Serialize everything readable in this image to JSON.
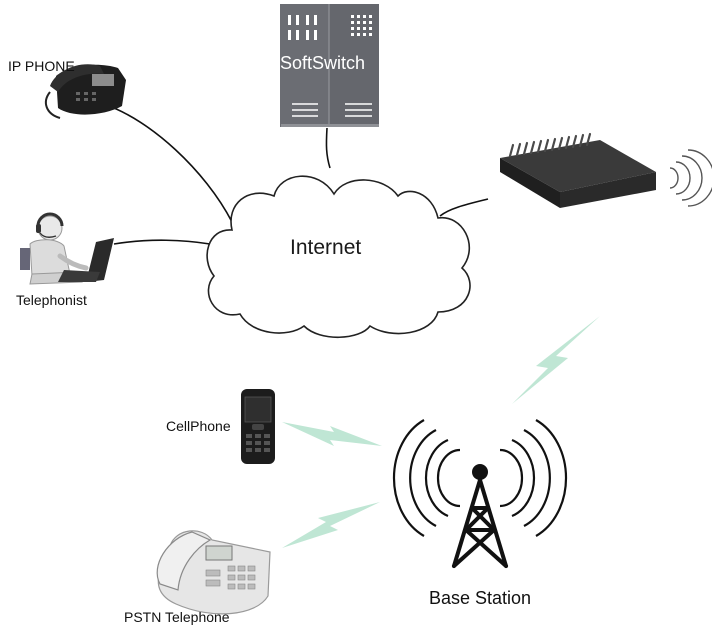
{
  "labels": {
    "ip_phone": "IP PHONE",
    "telephonist": "Telephonist",
    "cellphone": "CellPhone",
    "pstn_telephone": "PSTN Telephone",
    "base_station": "Base Station",
    "internet": "Internet",
    "softswitch": "SoftSwitch"
  },
  "colors": {
    "softswitch_body": "#6b6d73",
    "gateway_body": "#2b2b2b",
    "wireless_link": "#bfe6d4",
    "tower": "#111111",
    "cloud_stroke": "#222222"
  },
  "icons": [
    "ip-phone-icon",
    "telephonist-icon",
    "softswitch-server-icon",
    "gsm-gateway-icon",
    "cell-phone-icon",
    "pstn-telephone-icon",
    "base-station-tower-icon",
    "internet-cloud-icon"
  ]
}
